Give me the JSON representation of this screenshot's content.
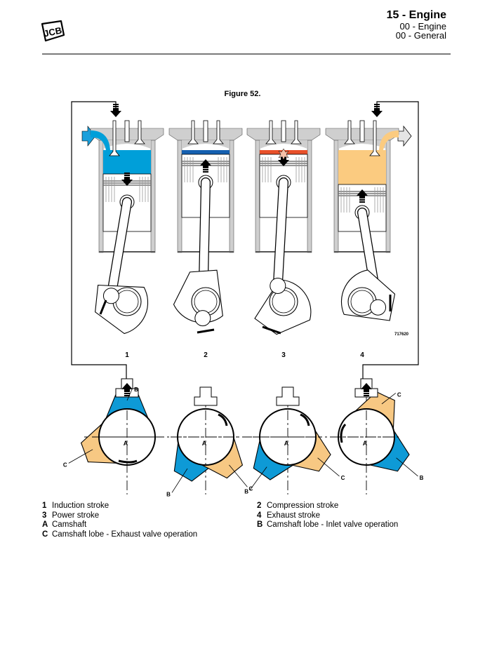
{
  "header": {
    "logo_text": "JCB",
    "section": "15 - Engine",
    "subsection": "00 - Engine",
    "topic": "00 - General"
  },
  "figure": {
    "title": "Figure 52.",
    "reference_code": "717620",
    "strokes": [
      {
        "number": "1",
        "name": "Induction stroke",
        "charge_color": "#009fd9",
        "piston_motion": "down"
      },
      {
        "number": "2",
        "name": "Compression stroke",
        "charge_color": "#1560b0",
        "piston_motion": "up"
      },
      {
        "number": "3",
        "name": "Power stroke",
        "charge_color": "#e8502a",
        "piston_motion": "down"
      },
      {
        "number": "4",
        "name": "Exhaust stroke",
        "charge_color": "#fbcb80",
        "piston_motion": "up"
      }
    ],
    "camshaft_labels": {
      "camshaft": "A",
      "inlet_lobe": "B",
      "exhaust_lobe": "C"
    },
    "colors": {
      "inlet_lobe": "#0e9ad6",
      "exhaust_lobe": "#f7c883",
      "cylinder_wall": "#cfcfcf"
    }
  },
  "legend": {
    "left": [
      {
        "key": "1",
        "text": "Induction stroke"
      },
      {
        "key": "3",
        "text": "Power stroke"
      },
      {
        "key": "A",
        "text": "Camshaft"
      },
      {
        "key": "C",
        "text": "Camshaft lobe - Exhaust valve operation"
      }
    ],
    "right": [
      {
        "key": "2",
        "text": "Compression stroke"
      },
      {
        "key": "4",
        "text": "Exhaust stroke"
      },
      {
        "key": "B",
        "text": "Camshaft lobe - Inlet valve operation"
      }
    ]
  }
}
